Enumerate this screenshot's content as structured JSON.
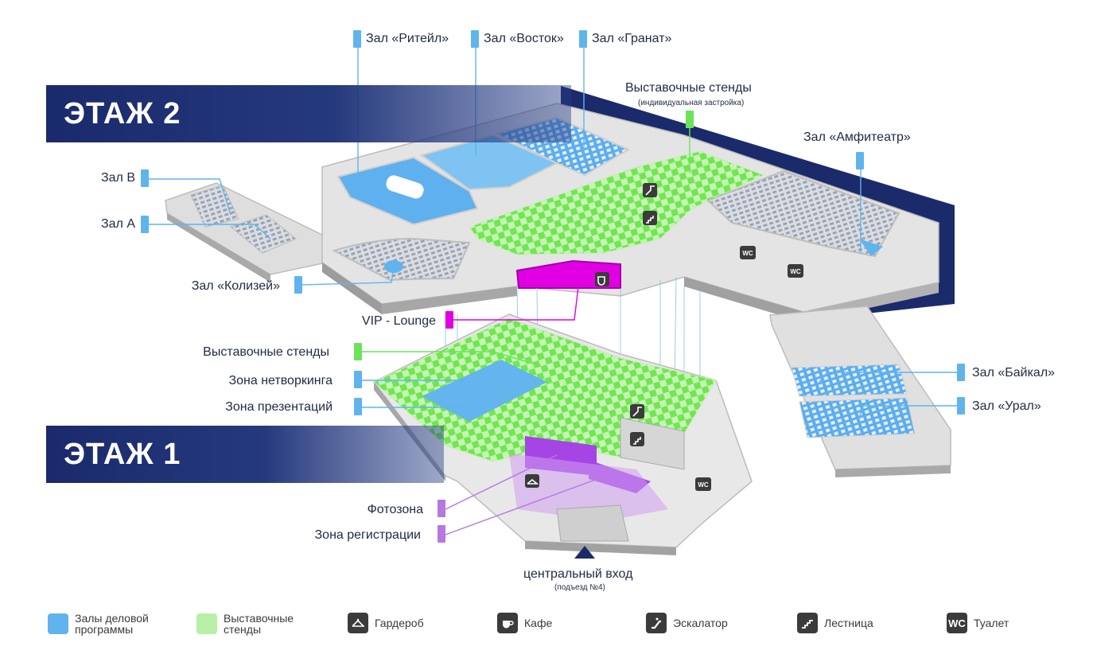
{
  "floors": {
    "floor2": "ЭТАЖ 2",
    "floor1": "ЭТАЖ 1"
  },
  "labels": {
    "retail": "Зал «Ритейл»",
    "vostok": "Зал «Восток»",
    "granat": "Зал «Гранат»",
    "exhibit_top": "Выставочные стенды",
    "exhibit_top_note": "(индивидуальная застройка)",
    "amphitheater": "Зал «Амфитеатр»",
    "hall_b": "Зал В",
    "hall_a": "Зал А",
    "colosseum": "Зал «Колизей»",
    "vip": "VIP - Lounge",
    "exhibit_mid": "Выставочные стенды",
    "networking": "Зона нетворкинга",
    "presentations": "Зона презентаций",
    "baikal": "Зал «Байкал»",
    "ural": "Зал «Урал»",
    "photozone": "Фотозона",
    "registration": "Зона регистрации",
    "entrance": "центральный вход",
    "entrance_note": "(подъезд  №4)"
  },
  "icons": {
    "wc": "WC",
    "cafe": "cafe-icon",
    "escalator": "escalator-icon",
    "stairs": "stairs-icon",
    "wardrobe": "wardrobe-icon"
  },
  "legend": {
    "business": "Залы деловой\nпрограммы",
    "exhibit": "Выставочные\nстенды",
    "wardrobe": "Гардероб",
    "cafe": "Кафе",
    "escalator": "Эскалатор",
    "stairs": "Лестница",
    "wc": "Туалет"
  },
  "colors": {
    "navy": "#1a2a6c",
    "business_blue": "#5fb4ee",
    "exhibit_green": "#b7f0a6",
    "checker_green": "#7df05f",
    "vip_magenta": "#e100e4",
    "zone_purple": "#b777e0",
    "wall_gray": "#c9c9c9",
    "floor_gray": "#e9e9e9"
  }
}
